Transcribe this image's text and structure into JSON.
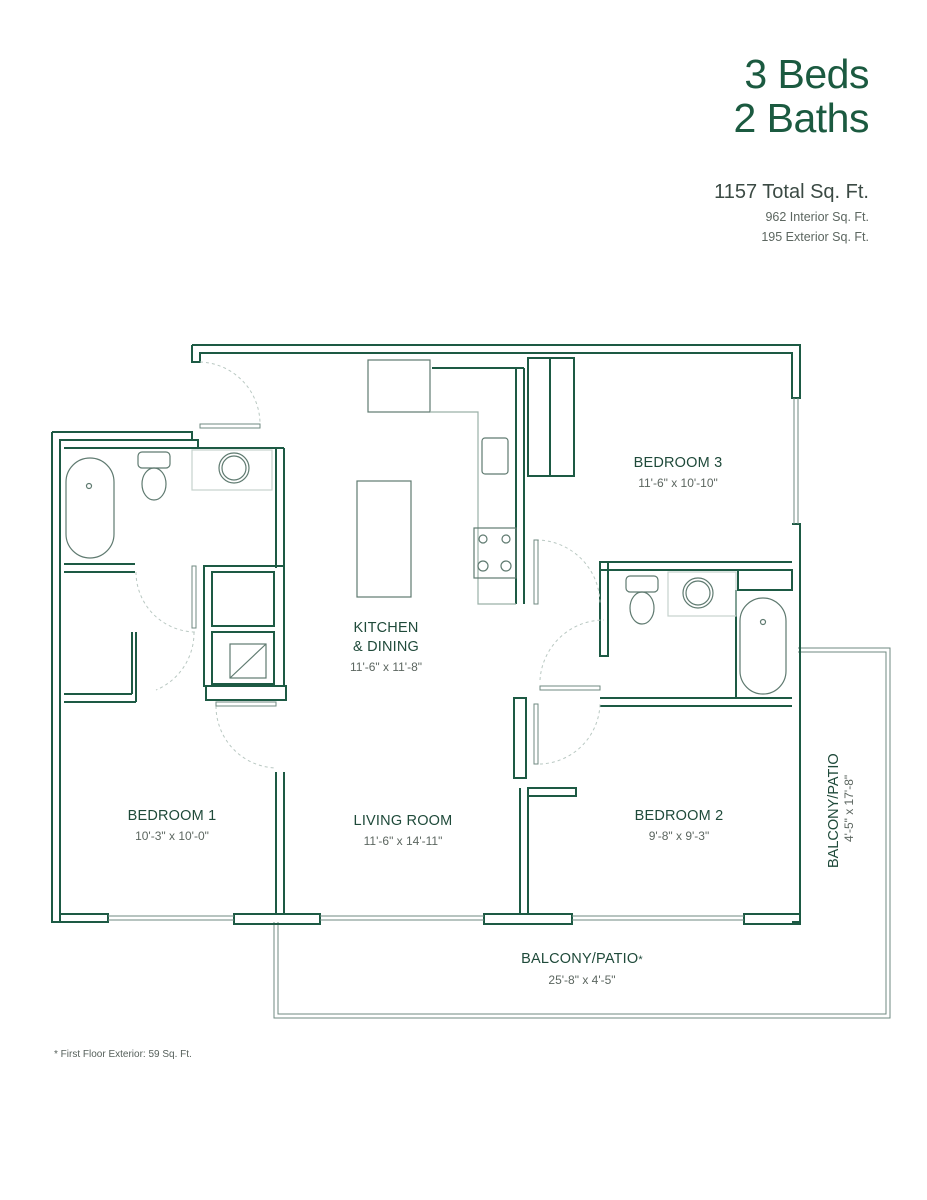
{
  "header": {
    "beds": "3 Beds",
    "baths": "2 Baths",
    "total_sqft": "1157 Total Sq. Ft.",
    "interior_sqft": "962 Interior Sq. Ft.",
    "exterior_sqft": "195 Exterior Sq. Ft."
  },
  "rooms": {
    "bedroom3": {
      "name": "BEDROOM 3",
      "dim": "11'-6\" x 10'-10\""
    },
    "kitchen": {
      "name": "KITCHEN",
      "name2": "& DINING",
      "dim": "11'-6\" x 11'-8\""
    },
    "bedroom1": {
      "name": "BEDROOM 1",
      "dim": "10'-3\" x 10'-0\""
    },
    "living": {
      "name": "LIVING ROOM",
      "dim": "11'-6\" x 14'-11\""
    },
    "bedroom2": {
      "name": "BEDROOM 2",
      "dim": "9'-8\" x 9'-3\""
    },
    "balcony_side": {
      "name": "BALCONY/PATIO",
      "dim": "4'-5\" x 17'-8\""
    },
    "balcony_bottom": {
      "name": "BALCONY/PATIO",
      "asterisk": "*",
      "dim": "25'-8\" x 4'-5\""
    }
  },
  "footnote": "* First Floor Exterior: 59 Sq. Ft.",
  "colors": {
    "wall": "#1d5a44",
    "fixture": "#5f7a70",
    "light": "#b9c8c2"
  }
}
